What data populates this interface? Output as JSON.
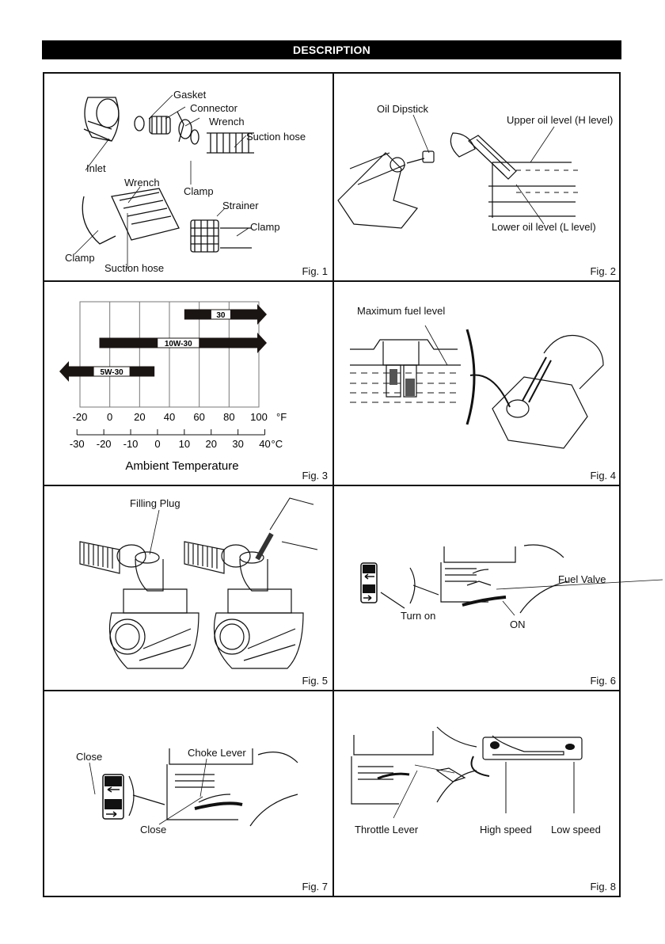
{
  "header": {
    "title": "DESCRIPTION"
  },
  "figures": [
    {
      "label": "Fig. 1",
      "callouts": [
        "Gasket",
        "Connector",
        "Wrench",
        "Suction hose",
        "Inlet",
        "Clamp",
        "Wrench",
        "Strainer",
        "Clamp",
        "Clamp",
        "Suction hose"
      ]
    },
    {
      "label": "Fig. 2",
      "callouts": [
        "Oil Dipstick",
        "Upper oil level (H level)",
        "Lower oil level (L level)"
      ]
    },
    {
      "label": "Fig. 3"
    },
    {
      "label": "Fig. 4",
      "callouts": [
        "Maximum fuel level"
      ]
    },
    {
      "label": "Fig. 5",
      "callouts": [
        "Filling Plug"
      ]
    },
    {
      "label": "Fig. 6",
      "callouts": [
        "Fuel Valve",
        "Turn on",
        "ON"
      ]
    },
    {
      "label": "Fig. 7",
      "callouts": [
        "Close",
        "Choke Lever",
        "Close"
      ]
    },
    {
      "label": "Fig. 8",
      "callouts": [
        "Throttle Lever",
        "High speed",
        "Low speed"
      ]
    }
  ],
  "chart_data": {
    "type": "bar",
    "title": "",
    "xlabel": "Ambient Temperature",
    "units_f": "°F",
    "units_c": "°C",
    "f_ticks": [
      "-20",
      "0",
      "20",
      "40",
      "60",
      "80",
      "100"
    ],
    "c_ticks": [
      "-30",
      "-20",
      "-10",
      "0",
      "10",
      "20",
      "30",
      "40"
    ],
    "xlim_f": [
      -20,
      100
    ],
    "grid": true,
    "series": [
      {
        "name": "30",
        "from_f": 50,
        "to_f": 100,
        "open_end": "right"
      },
      {
        "name": "10W-30",
        "from_f": -7,
        "to_f": 100,
        "open_end": "right"
      },
      {
        "name": "5W-30",
        "from_f": -20,
        "to_f": 30,
        "open_end": "left"
      }
    ]
  }
}
